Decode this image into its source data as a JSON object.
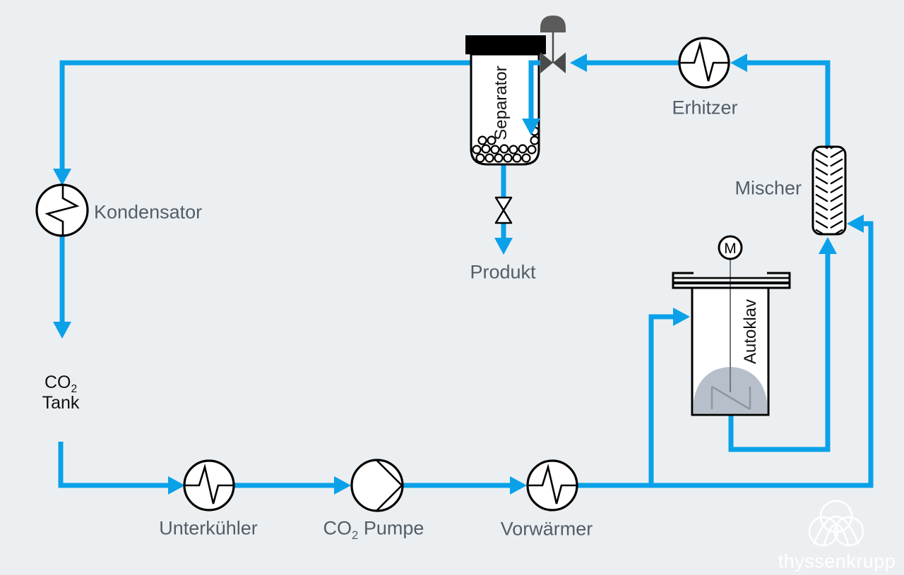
{
  "diagram_type": "process-flow-diagram",
  "process": "CO2 supercritical extraction plant",
  "nodes": {
    "separator": {
      "label": "Separator"
    },
    "erhitzer": {
      "label": "Erhitzer"
    },
    "mischer": {
      "label": "Mischer"
    },
    "kondensator": {
      "label": "Kondensator"
    },
    "co2_tank": {
      "formula_main": "CO",
      "formula_sub": "2",
      "line2": "Tank"
    },
    "unterkuehler": {
      "label": "Unterkühler"
    },
    "co2_pumpe": {
      "formula_main": "CO",
      "formula_sub": "2",
      "label_rest": "Pumpe"
    },
    "vorwaermer": {
      "label": "Vorwärmer"
    },
    "autoklav": {
      "label": "Autoklav",
      "motor_label": "M"
    },
    "produkt": {
      "label": "Produkt"
    }
  },
  "branding": {
    "wordmark": "thyssenkrupp"
  },
  "colors": {
    "background": "#ECEFF1",
    "pipe_blue": "#0AA1E9",
    "label_gray": "#525D68",
    "equipment_stroke": "#000000",
    "valve_dark_gray": "#4A4A4A",
    "actuator_gray": "#5B5B5B",
    "autoclave_content_gray": "#B7C0CA",
    "stirrer_gray": "#8E97A1",
    "logo_white": "#FFFFFF"
  }
}
